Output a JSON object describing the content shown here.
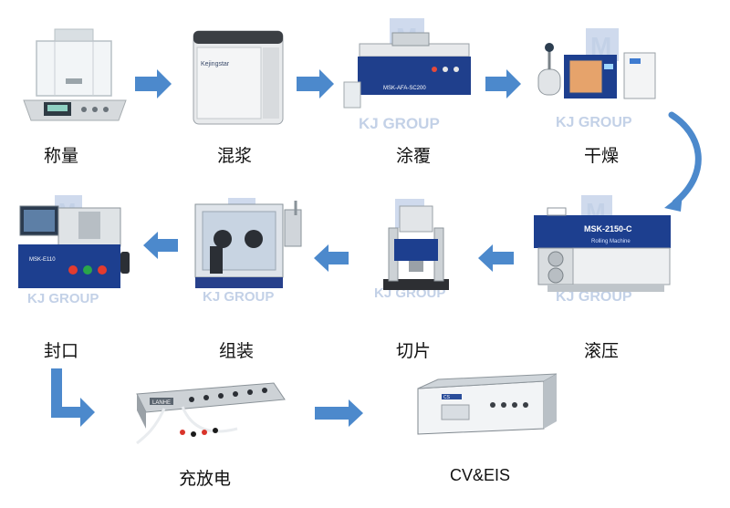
{
  "steps": [
    {
      "label": "称量"
    },
    {
      "label": "混浆"
    },
    {
      "label": "涂覆"
    },
    {
      "label": "干燥"
    },
    {
      "label": "滚压"
    },
    {
      "label": "切片"
    },
    {
      "label": "组装"
    },
    {
      "label": "封口"
    },
    {
      "label": "充放电"
    },
    {
      "label": "CV&EIS"
    }
  ],
  "watermark": {
    "letter": "M",
    "text": "KJ GROUP"
  },
  "devices": {
    "mixer_brand": "Kejingstar",
    "coater_model": "MSK-AFA-SC200",
    "roller_model": "MSK-2150-C",
    "roller_subtitle": "Rolling Machine",
    "crimper_model": "MSK-E110",
    "tester_brand": "LANHE",
    "cv_brand": "CS"
  },
  "colors": {
    "arrow": "#4c89cc",
    "machine_blue": "#1f3f8c",
    "watermark": "#b9c9e3"
  }
}
